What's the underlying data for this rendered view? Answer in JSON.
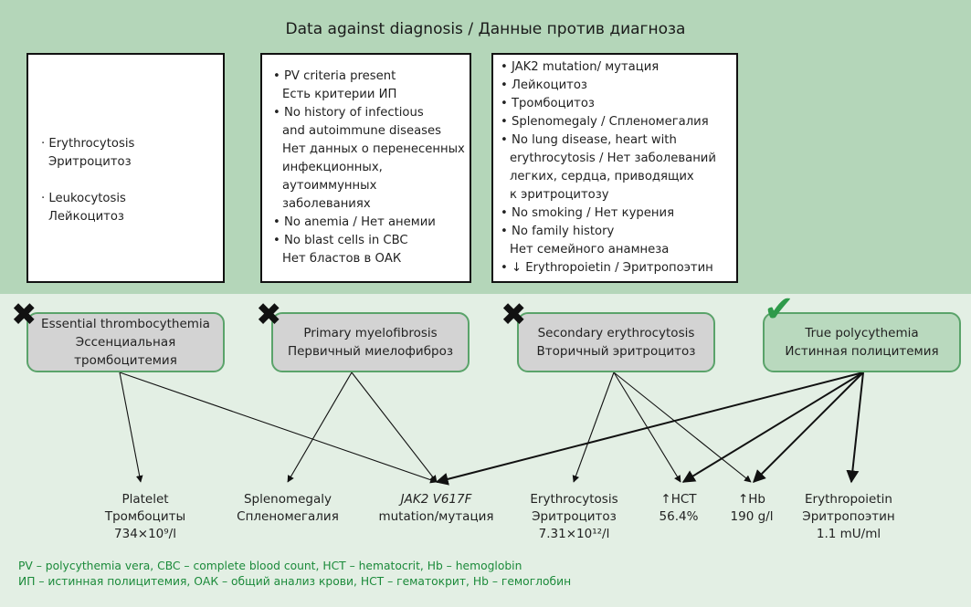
{
  "title": "Data against diagnosis / Данные против диагноза",
  "evidence_boxes": [
    {
      "items": [
        "· Erythrocytosis",
        "  Эритроцитоз",
        "",
        "· Leukocytosis",
        "  Лейкоцитоз"
      ]
    },
    {
      "items": [
        "• PV criteria present",
        "  Есть критерии ИП",
        "• No history of infectious",
        "  and autoimmune diseases",
        "  Нет данных о перенесенных",
        "  инфекционных,",
        "  аутоиммунных",
        "  заболеваниях",
        "• No anemia / Нет анемии",
        "• No blast cells in CBC",
        "  Нет бластов в ОАК"
      ]
    },
    {
      "items": [
        "• JAK2 mutation/ мутация",
        "• Лейкоцитоз",
        "• Тромбоцитоз",
        "• Splenomegaly / Спленомегалия",
        "• No lung disease, heart with",
        "  erythrocytosis / Нет заболеваний",
        "  легких, сердца, приводящих",
        "  к эритроцитозу",
        "• No smoking / Нет курения",
        "• No family history",
        "  Нет семейного анамнеза",
        "• ↓ Erythropoietin / Эритропоэтин"
      ]
    }
  ],
  "diagnoses": [
    {
      "line1": "Essential thrombocythemia",
      "line2": "Эссенциальная",
      "line3": "тромбоцитемия",
      "status": "rejected",
      "mark": "✖"
    },
    {
      "line1": "Primary myelofibrosis",
      "line2": "Первичный миелофиброз",
      "line3": "",
      "status": "rejected",
      "mark": "✖"
    },
    {
      "line1": "Secondary erythrocytosis",
      "line2": "Вторичный эритроцитоз",
      "line3": "",
      "status": "rejected",
      "mark": "✖"
    },
    {
      "line1": "True polycythemia",
      "line2": "Истинная полицитемия",
      "line3": "",
      "status": "accepted",
      "mark": "✔"
    }
  ],
  "findings": [
    {
      "line1": "Platelet",
      "line2": "Тромбоциты",
      "line3": "734×10⁹/l"
    },
    {
      "line1": "Splenomegaly",
      "line2": "Спленомегалия",
      "line3": ""
    },
    {
      "line1": "JAK2 V617F",
      "line2": "mutation/мутация",
      "line3": ""
    },
    {
      "line1": "Erythrocytosis",
      "line2": "Эритроцитоз",
      "line3": "7.31×10¹²/l"
    },
    {
      "line1": "↑HCT",
      "line2": "56.4%",
      "line3": ""
    },
    {
      "line1": "↑Hb",
      "line2": "190 g/l",
      "line3": ""
    },
    {
      "line1": "Erythropoietin",
      "line2": "Эритропоэтин",
      "line3": "1.1 mU/ml"
    }
  ],
  "legend": [
    "PV – polycythemia vera, CBC – complete blood count, HCT – hematocrit, Hb – hemoglobin",
    "ИП – истинная полицитемия, ОАК – общий анализ крови, НСТ – гематокрит, Hb – гемоглобин"
  ],
  "colors": {
    "top_band": "#b4d6b9",
    "bottom_band": "#e3efe4",
    "accent": "#5aa36a",
    "legend_text": "#1b8a3a"
  }
}
